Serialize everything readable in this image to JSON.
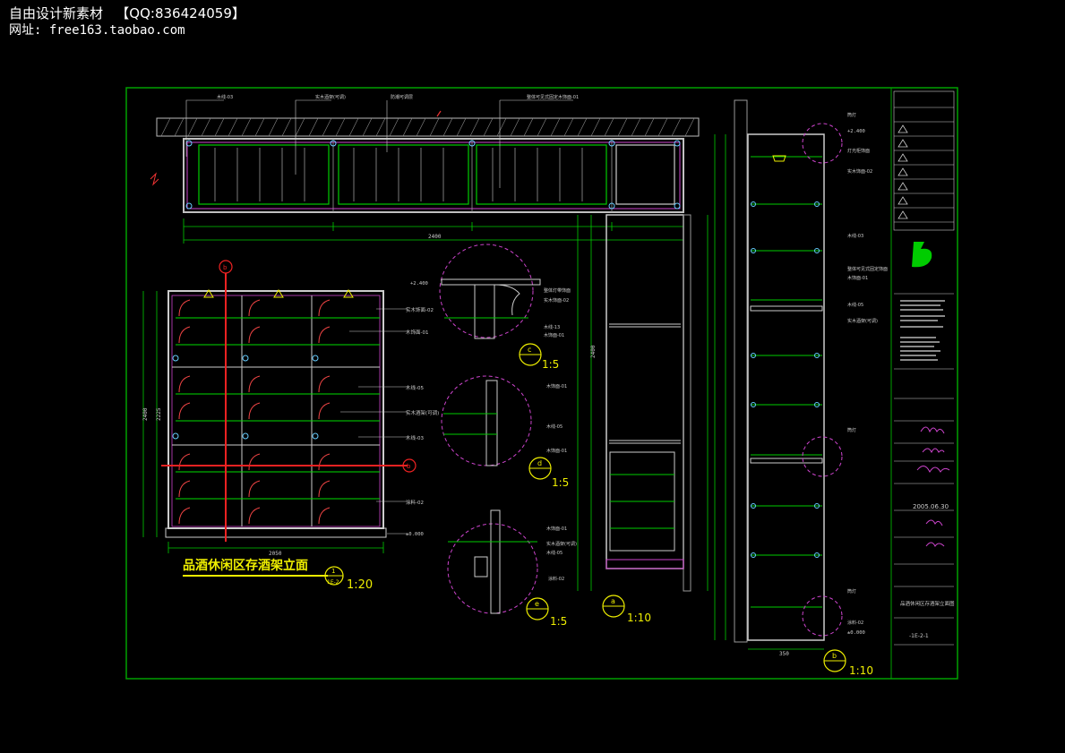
{
  "watermark": {
    "line1": "自由设计新素材   【QQ:836424059】",
    "line2": "网址: free163.taobao.com"
  },
  "drawing": {
    "main_title": "品酒休闲区存酒架立面",
    "main_scale": "1:20",
    "main_sheet_top": "1",
    "main_sheet_bottom": "1E-2",
    "detail_c_label": "c",
    "detail_c_scale": "1:5",
    "detail_d_label": "d",
    "detail_d_scale": "1:5",
    "detail_e_label": "e",
    "detail_e_scale": "1:5",
    "section_a_label": "a",
    "section_a_scale": "1:10",
    "section_b_label": "b",
    "section_b_scale": "1:10",
    "marker_b_top": "b",
    "marker_b_side": "b",
    "elev_top": "+2.400",
    "elev_zero": "±0.000",
    "elev_top_section": "+2.400",
    "elev_zero_section": "±0.000",
    "dim_total_width": "2400",
    "dim_width_2": "2050",
    "dim_height_1": "2400",
    "dim_height_2": "2225",
    "dim_section_width": "350",
    "dim_section_height": "2400"
  },
  "labels_top": {
    "l1": "木线-03",
    "l2": "实木酒架(可调)",
    "l3": "防潮可调层",
    "l4": "整体可见式固定木饰面-01"
  },
  "labels_main": {
    "l1": "实木饰面-02",
    "l2": "木饰面-01",
    "l3": "木线-05",
    "l4": "实木酒架(可调)",
    "l5": "木线-03",
    "l6": "涂料-02"
  },
  "labels_detail": {
    "c1": "整体灯带饰面",
    "c2": "实木饰面-02",
    "c3": "木线-13",
    "c4": "木饰面-01",
    "d1": "木饰面-01",
    "d2": "木线-05",
    "d3": "木饰面-01",
    "e1": "木饰面-01",
    "e2": "实木酒架(可调)",
    "e3": "木线-05",
    "e4": "涂料-02"
  },
  "labels_section": {
    "s1": "筒灯",
    "s2": "灯光柜饰面",
    "s3": "实木饰面-02",
    "s4": "木线-03",
    "s5": "整体可见式固定饰面",
    "s6": "木饰面-01",
    "s7": "木线-05",
    "s8": "实木酒架(可调)",
    "s9": "筒灯",
    "s10": "筒灯",
    "s11": "涂料-02"
  },
  "title_block": {
    "date": "2005.06.30",
    "drawing_no": "-1E-2-1",
    "project": "品酒休闲区存酒架立面图"
  }
}
